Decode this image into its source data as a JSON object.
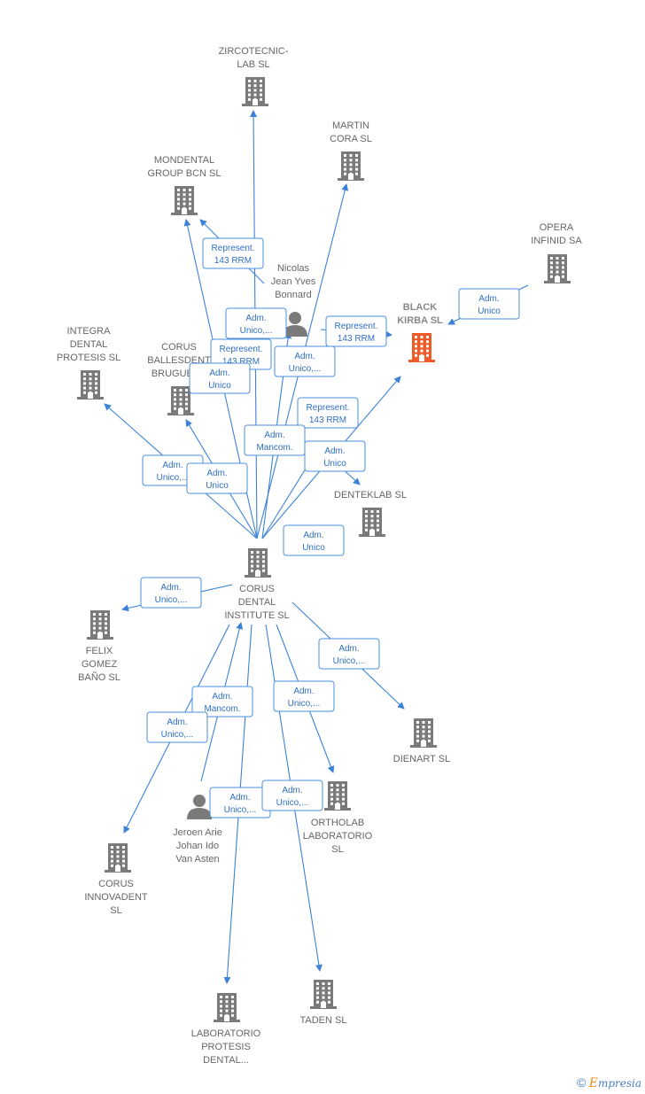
{
  "nodes": [
    {
      "id": "zircotecnic",
      "type": "company",
      "lines": [
        "ZIRCOTECNIC-",
        "LAB SL"
      ]
    },
    {
      "id": "martin",
      "type": "company",
      "lines": [
        "MARTIN",
        "CORA  SL"
      ]
    },
    {
      "id": "mondental",
      "type": "company",
      "lines": [
        "MONDENTAL",
        "GROUP BCN SL"
      ]
    },
    {
      "id": "opera",
      "type": "company",
      "lines": [
        "OPERA",
        "INFINID SA"
      ]
    },
    {
      "id": "nicolas",
      "type": "person",
      "lines": [
        "Nicolas",
        "Jean Yves",
        "Bonnard"
      ]
    },
    {
      "id": "black",
      "type": "company",
      "focus": true,
      "lines": [
        "BLACK",
        "KIRBA  SL"
      ]
    },
    {
      "id": "integra",
      "type": "company",
      "lines": [
        "INTEGRA",
        "DENTAL",
        "PROTESIS  SL"
      ]
    },
    {
      "id": "ballesdent",
      "type": "company",
      "lines": [
        "CORUS",
        "BALLESDENT",
        "BRUGUERA"
      ]
    },
    {
      "id": "denteklab",
      "type": "company",
      "lines": [
        "DENTEKLAB SL"
      ]
    },
    {
      "id": "corus",
      "type": "company",
      "lines": [
        "CORUS",
        "DENTAL",
        "INSTITUTE  SL"
      ]
    },
    {
      "id": "felix",
      "type": "company",
      "lines": [
        "FELIX",
        "GOMEZ",
        "BAÑO SL"
      ]
    },
    {
      "id": "dienart",
      "type": "company",
      "lines": [
        "DIENART SL"
      ]
    },
    {
      "id": "ortholab",
      "type": "company",
      "lines": [
        "ORTHOLAB",
        "LABORATORIO",
        "SL"
      ]
    },
    {
      "id": "jeroen",
      "type": "person",
      "lines": [
        "Jeroen Arie",
        "Johan Ido",
        "Van Asten"
      ]
    },
    {
      "id": "innovadent",
      "type": "company",
      "lines": [
        "CORUS",
        "INNOVADENT",
        "SL"
      ]
    },
    {
      "id": "laboratorio",
      "type": "company",
      "lines": [
        "LABORATORIO",
        "PROTESIS",
        "DENTAL..."
      ]
    },
    {
      "id": "taden",
      "type": "company",
      "lines": [
        "TADEN  SL"
      ]
    }
  ],
  "relations": [
    {
      "lines": [
        "Represent.",
        "143 RRM"
      ]
    },
    {
      "lines": [
        "Adm.",
        "Unico,..."
      ]
    },
    {
      "lines": [
        "Represent.",
        "143 RRM"
      ]
    },
    {
      "lines": [
        "Represent.",
        "143 RRM"
      ]
    },
    {
      "lines": [
        "Adm.",
        "Unico"
      ]
    },
    {
      "lines": [
        "Adm.",
        "Unico,..."
      ]
    },
    {
      "lines": [
        "Adm.",
        "Unico"
      ]
    },
    {
      "lines": [
        "Represent.",
        "143 RRM"
      ]
    },
    {
      "lines": [
        "Adm.",
        "Mancom."
      ]
    },
    {
      "lines": [
        "Adm.",
        "Unico"
      ]
    },
    {
      "lines": [
        "Adm.",
        "Unico,..."
      ]
    },
    {
      "lines": [
        "Adm.",
        "Unico"
      ]
    },
    {
      "lines": [
        "Adm.",
        "Unico"
      ]
    },
    {
      "lines": [
        "Adm.",
        "Unico,..."
      ]
    },
    {
      "lines": [
        "Adm.",
        "Unico,..."
      ]
    },
    {
      "lines": [
        "Adm.",
        "Mancom."
      ]
    },
    {
      "lines": [
        "Adm.",
        "Unico,..."
      ]
    },
    {
      "lines": [
        "Adm.",
        "Unico,..."
      ]
    },
    {
      "lines": [
        "Adm.",
        "Unico,..."
      ]
    },
    {
      "lines": [
        "Adm.",
        "Unico,..."
      ]
    }
  ],
  "colors": {
    "company": "#7a7a7a",
    "focus_company": "#f05a28",
    "person": "#7a7a7a",
    "edge": "#3b82d6",
    "relation_text": "#2f6fc4"
  },
  "brand": {
    "copyright": "©",
    "initial": "E",
    "rest": "mpresia"
  }
}
